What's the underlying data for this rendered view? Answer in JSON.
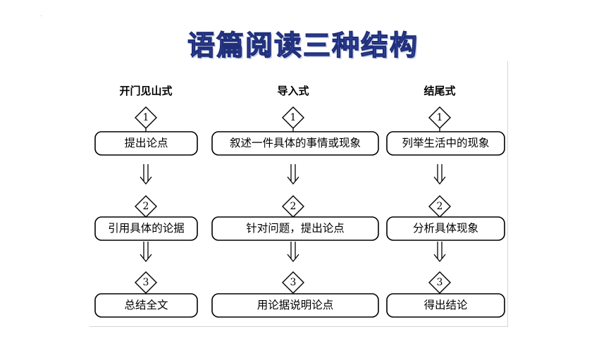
{
  "title": "语篇阅读三种结构",
  "columns": [
    {
      "heading": "开门见山式",
      "steps": [
        {
          "number": "1",
          "text": "提出论点"
        },
        {
          "number": "2",
          "text": "引用具体的论据"
        },
        {
          "number": "3",
          "text": "总结全文"
        }
      ]
    },
    {
      "heading": "导入式",
      "steps": [
        {
          "number": "1",
          "text": "叙述一件具体的事情或现象"
        },
        {
          "number": "2",
          "text": "针对问题，提出论点"
        },
        {
          "number": "3",
          "text": "用论据说明论点"
        }
      ]
    },
    {
      "heading": "结尾式",
      "steps": [
        {
          "number": "1",
          "text": "列举生活中的现象"
        },
        {
          "number": "2",
          "text": "分析具体现象"
        },
        {
          "number": "3",
          "text": "得出结论"
        }
      ]
    }
  ]
}
